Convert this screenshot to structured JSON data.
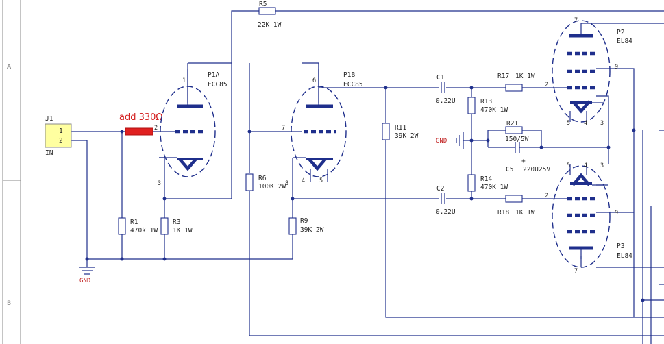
{
  "frame": {
    "zones": [
      "A",
      "B"
    ]
  },
  "connector": {
    "ref": "J1",
    "name": "IN",
    "pin1": "1",
    "pin2": "2",
    "color": "#ffffa0"
  },
  "annotation": {
    "text": "add 330Ω",
    "color": "#e02020"
  },
  "tubes": {
    "p1a": {
      "ref": "P1A",
      "type": "ECC85",
      "pin_anode": "1",
      "pin_grid": "2",
      "pin_cathode": "3"
    },
    "p1b": {
      "ref": "P1B",
      "type": "ECC85",
      "pin_anode": "6",
      "pin_grid": "7",
      "pin_cathode": "8",
      "pin_h4": "4",
      "pin_h5": "5"
    },
    "p2": {
      "ref": "P2",
      "type": "EL84",
      "pin_anode": "7",
      "pin_screen": "9",
      "pin_grid": "2",
      "pin_k": "3",
      "pin_h4": "4",
      "pin_h5": "5"
    },
    "p3": {
      "ref": "P3",
      "type": "EL84",
      "pin_anode": "7",
      "pin_screen": "9",
      "pin_grid": "2",
      "pin_k": "3",
      "pin_h4": "4",
      "pin_h5": "5"
    }
  },
  "resistors": {
    "r1": {
      "ref": "R1",
      "value": "470k 1W"
    },
    "r3": {
      "ref": "R3",
      "value": "1K 1W"
    },
    "r5": {
      "ref": "R5",
      "value": "22K 1W"
    },
    "r6": {
      "ref": "R6",
      "value": "100K 2W"
    },
    "r9": {
      "ref": "R9",
      "value": "39K 2W"
    },
    "r11": {
      "ref": "R11",
      "value": "39K 2W"
    },
    "r13": {
      "ref": "R13",
      "value": "470K 1W"
    },
    "r14": {
      "ref": "R14",
      "value": "470K 1W"
    },
    "r17": {
      "ref": "R17",
      "value": "1K 1W"
    },
    "r18": {
      "ref": "R18",
      "value": "1K 1W"
    },
    "r21": {
      "ref": "R21",
      "value": "150/5W"
    }
  },
  "capacitors": {
    "c1": {
      "ref": "C1",
      "value": "0.22U"
    },
    "c2": {
      "ref": "C2",
      "value": "0.22U"
    },
    "c5": {
      "ref": "C5",
      "value": "220U25V",
      "polarity": "+"
    }
  },
  "ground_labels": [
    "GND",
    "GND"
  ]
}
